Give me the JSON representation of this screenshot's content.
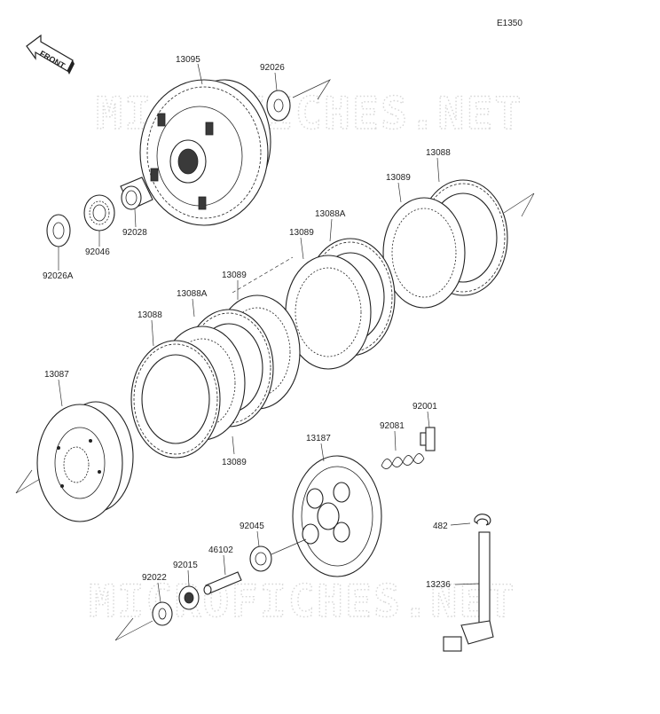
{
  "diagram": {
    "code": "E1350",
    "front_label": "FRONT",
    "watermark_text": "MICROFICHES.NET",
    "parts": [
      {
        "id": "13095"
      },
      {
        "id": "92026"
      },
      {
        "id": "92028"
      },
      {
        "id": "92046"
      },
      {
        "id": "92026A"
      },
      {
        "id": "13088"
      },
      {
        "id": "13089"
      },
      {
        "id": "13088A"
      },
      {
        "id": "13089"
      },
      {
        "id": "13089"
      },
      {
        "id": "13088A"
      },
      {
        "id": "13088"
      },
      {
        "id": "13087"
      },
      {
        "id": "13089"
      },
      {
        "id": "13187"
      },
      {
        "id": "92081"
      },
      {
        "id": "92001"
      },
      {
        "id": "482"
      },
      {
        "id": "13236"
      },
      {
        "id": "92045"
      },
      {
        "id": "46102"
      },
      {
        "id": "92015"
      },
      {
        "id": "92022"
      }
    ]
  }
}
